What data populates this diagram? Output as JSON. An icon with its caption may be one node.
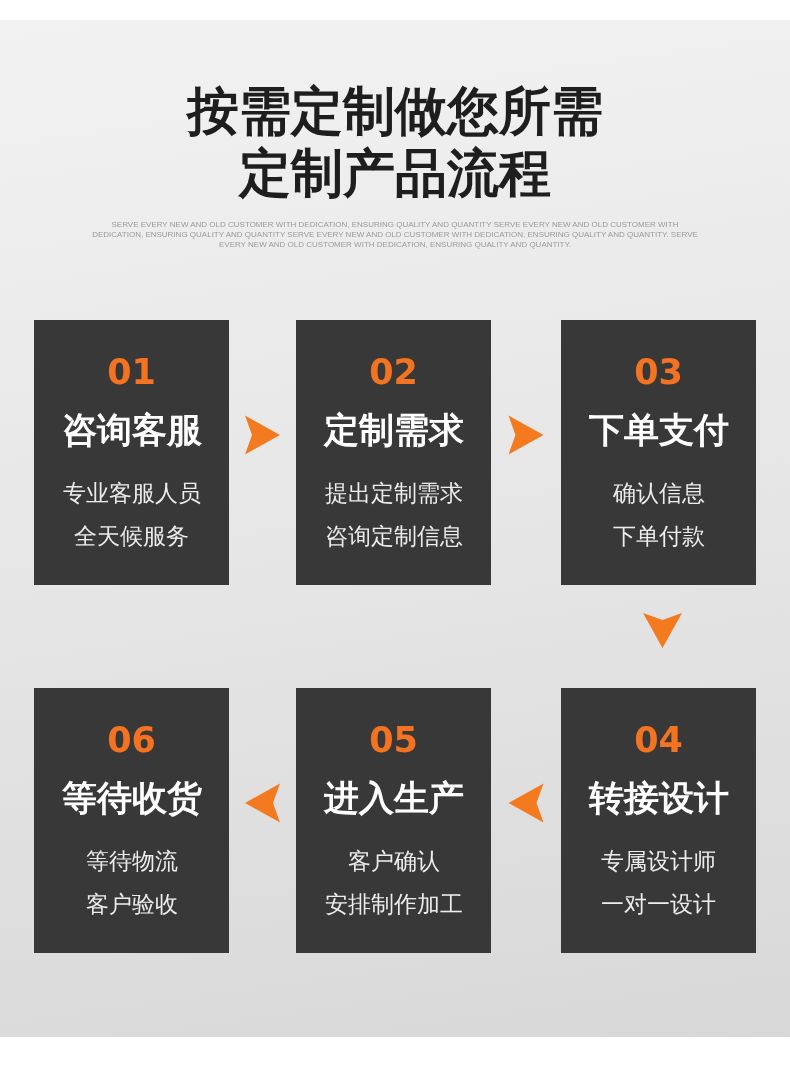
{
  "diagram": {
    "title": "按需定制做您所需定制产品流程",
    "nodes": [
      {
        "text": [
          "01",
          "咨询客服",
          "专业客服人员",
          "全天候服务"
        ]
      },
      {
        "text": [
          "02",
          "定制需求",
          "提出定制需求",
          "咨询定制信息"
        ]
      },
      {
        "text": [
          "03",
          "下单支付",
          "确认信息",
          "下单付款"
        ]
      },
      {
        "text": [
          "06",
          "等待收货",
          "等待物流",
          "客户验收"
        ]
      },
      {
        "text": [
          "05",
          "进入生产",
          "客户确认",
          "安排制作加工"
        ]
      },
      {
        "text": [
          "04",
          "转接设计",
          "专属设计师",
          "一对一设计"
        ]
      }
    ],
    "edges": [
      {
        "from": 0,
        "to": 1,
        "arrow": "to"
      },
      {
        "from": 1,
        "to": 2,
        "arrow": "to"
      },
      {
        "from": 2,
        "to": 5,
        "arrow": "to"
      },
      {
        "from": 5,
        "to": 4,
        "arrow": "to"
      },
      {
        "from": 4,
        "to": 3,
        "arrow": "to"
      }
    ],
    "labels": [
      "SERVE EVERY NEW AND OLD CUSTOMER WITH DEDICATION, ENSURING QUALITY AND QUANTITY SERVE EVERY NEW AND OLD CUSTOMER WITH DEDICATION, ENSURING QUALITY AND QUANTITY SERVE EVERY NEW AND OLD CUSTOMER WITH DEDICATION, ENSURING QUALITY AND QUANTITY. SERVE EVERY NEW AND OLD CUSTOMER WITH DEDICATION, ENSURING QUALITY AND QUANTITY."
    ]
  }
}
